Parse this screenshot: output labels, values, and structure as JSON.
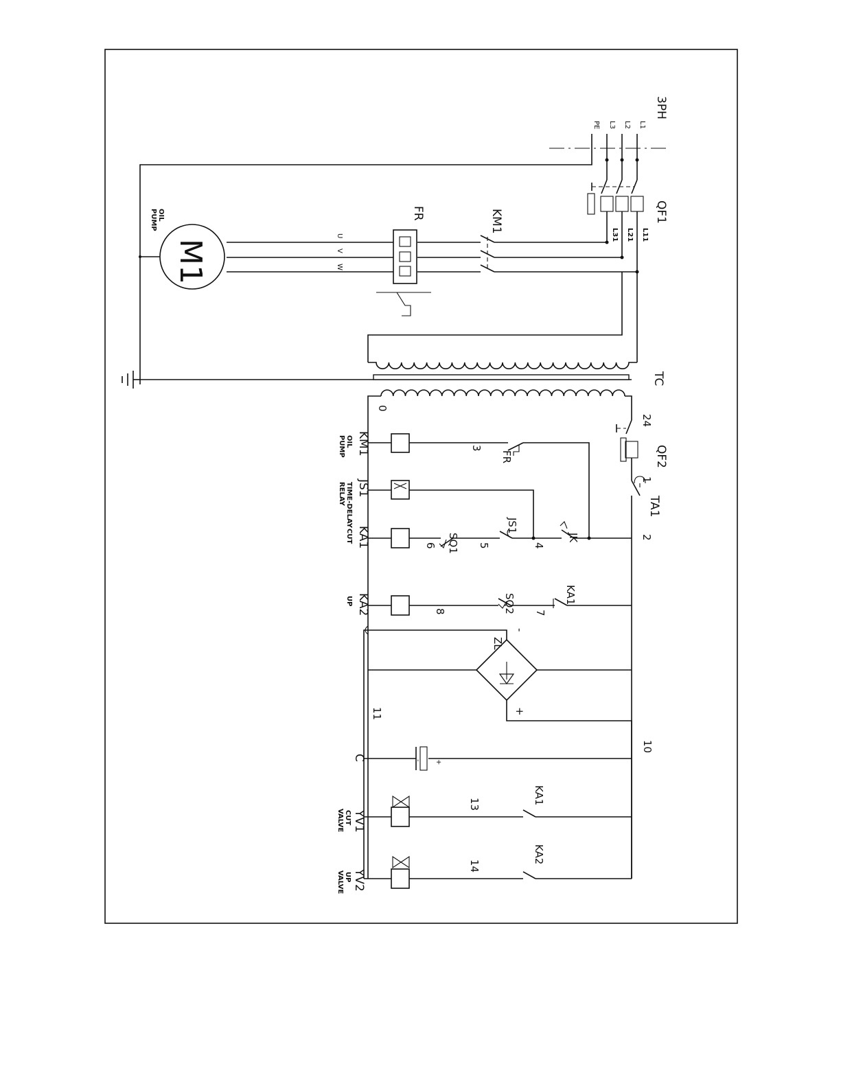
{
  "colors": {
    "line": "#111111",
    "paper": "#ffffff"
  },
  "supply": {
    "title": "3PH",
    "phases": [
      "L1",
      "L2",
      "L3",
      "PE"
    ]
  },
  "breakers": {
    "main": "QF1",
    "control": "QF2"
  },
  "main_circuit": {
    "line_labels": [
      "L11",
      "L21",
      "L31"
    ],
    "contactor": "KM1",
    "overload": "FR",
    "motor_phases": [
      "U",
      "V",
      "W"
    ],
    "motor": "M1",
    "motor_caption": [
      "OIL",
      "PUMP"
    ]
  },
  "transformer": {
    "label": "TC"
  },
  "wire_numbers": [
    "0",
    "24",
    "1",
    "2",
    "3",
    "4",
    "5",
    "6",
    "7",
    "8",
    "10",
    "11",
    "13",
    "14"
  ],
  "control_circuit": {
    "ta1": "TA1",
    "jk": "JK",
    "fr_contact": "FR",
    "js1_contact": "JS1",
    "sq1": "SQ1",
    "sq2": "SQ2",
    "ka1_contact": "KA1",
    "rectifier": "ZL",
    "plus": "+",
    "minus": "-",
    "coils": [
      {
        "name": "KM1",
        "caption": [
          "OIL",
          "PUMP"
        ]
      },
      {
        "name": "JS1",
        "caption": [
          "TIME-DELAY",
          "RELAY"
        ]
      },
      {
        "name": "KA1",
        "caption": [
          "CUT"
        ]
      },
      {
        "name": "KA2",
        "caption": [
          "UP"
        ]
      }
    ]
  },
  "dc_circuit": {
    "capacitor": "C",
    "cap_plus": "+",
    "cap_minus": "-",
    "valve_contacts": [
      "KA1",
      "KA2"
    ],
    "valves": [
      {
        "name": "YV1",
        "caption": [
          "CUT",
          "VALVE"
        ]
      },
      {
        "name": "YV2",
        "caption": [
          "UP",
          "VALVE"
        ]
      }
    ]
  }
}
